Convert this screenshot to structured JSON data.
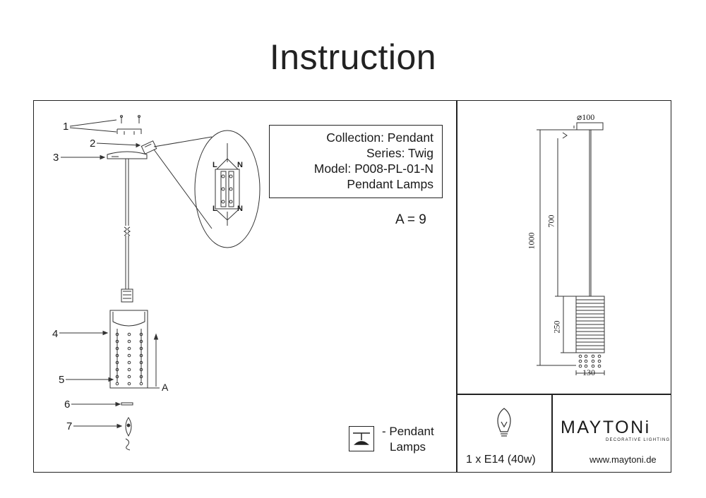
{
  "title": "Instruction",
  "product": {
    "collection": "Collection: Pendant",
    "series": "Series: Twig",
    "model": "Model: P008-PL-01-N",
    "type": "Pendant Lamps"
  },
  "callouts": {
    "c1": "1",
    "c2": "2",
    "c3": "3",
    "c4": "4",
    "c5": "5",
    "c6": "6",
    "c7": "7",
    "a_marker": "A",
    "a_equation": "A = 9"
  },
  "wiring": {
    "l_top": "L",
    "n_top": "N",
    "l_bottom": "L",
    "n_bottom": "N"
  },
  "dimensions": {
    "canopy_diameter": "⌀100",
    "total_height": "1000",
    "cable_length": "700",
    "shade_height": "250",
    "shade_width": "130"
  },
  "legend": {
    "line1": "- Pendant",
    "line2": "Lamps",
    "icon": "pendant-lamp-icon"
  },
  "bulb": {
    "spec": "1 x E14 (40w)",
    "icon": "light-bulb-icon"
  },
  "brand": {
    "name": "MAYTONi",
    "tagline": "DECORATIVE LIGHTING",
    "website": "www.maytoni.de"
  }
}
